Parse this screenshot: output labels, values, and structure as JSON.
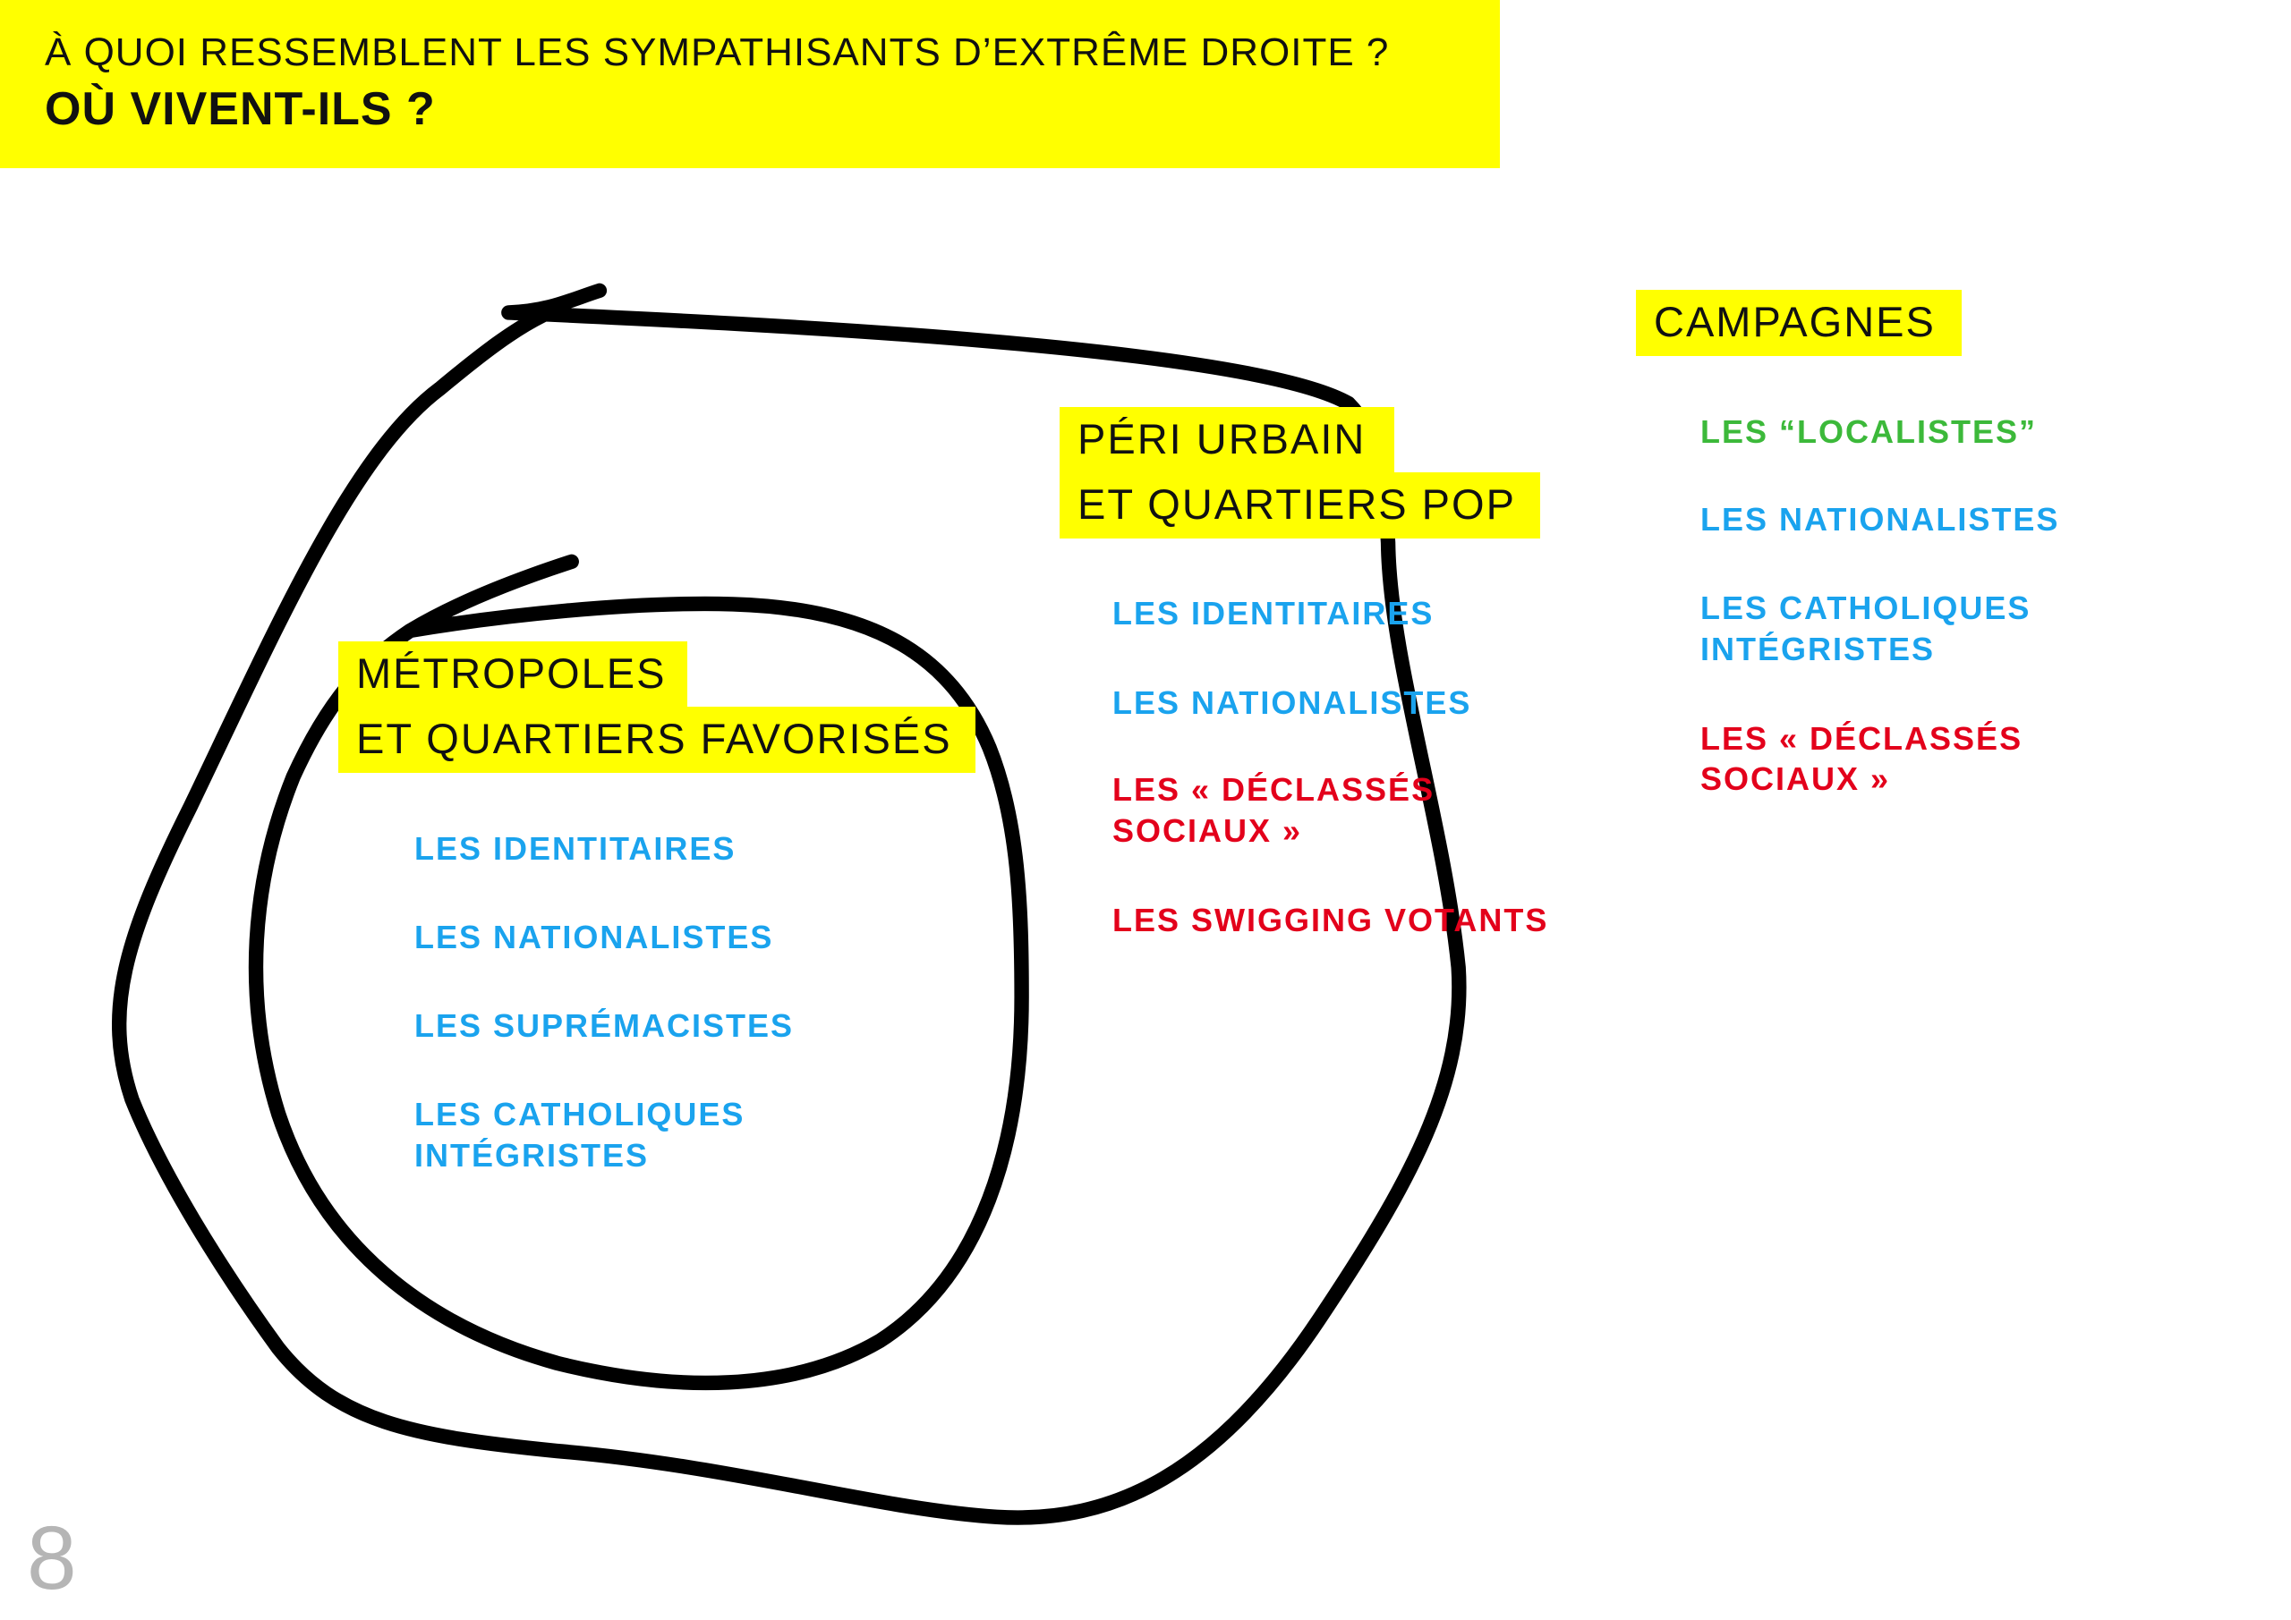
{
  "header": {
    "title": "À QUOI RESSEMBLENT LES SYMPATHISANTS D’EXTRÊME DROITE ?",
    "subtitle": "OÙ VIVENT-ILS ?"
  },
  "zones": {
    "metropoles": {
      "label_line1": "MÉTROPOLES",
      "label_line2": "ET QUARTIERS FAVORISÉS",
      "items": [
        "LES IDENTITAIRES",
        "LES NATIONALISTES",
        "LES SUPRÉMACISTES",
        "LES CATHOLIQUES",
        "INTÉGRISTES"
      ]
    },
    "peri": {
      "label_line1": "PÉRI URBAIN",
      "label_line2": "ET QUARTIERS POP",
      "items": [
        "LES IDENTITAIRES",
        "LES NATIONALISTES",
        "LES « DÉCLASSÉS",
        "SOCIAUX »",
        "LES SWIGGING VOTANTS"
      ]
    },
    "campagnes": {
      "label": "CAMPAGNES",
      "items": [
        "LES “LOCALISTES”",
        "LES NATIONALISTES",
        "LES CATHOLIQUES",
        "INTÉGRISTES",
        "LES « DÉCLASSÉS",
        "SOCIAUX »"
      ]
    }
  },
  "page_number": "8",
  "colors": {
    "highlight": "#ffff00",
    "blue": "#1aa3ee",
    "red": "#e3001b",
    "green": "#3cb93a"
  }
}
